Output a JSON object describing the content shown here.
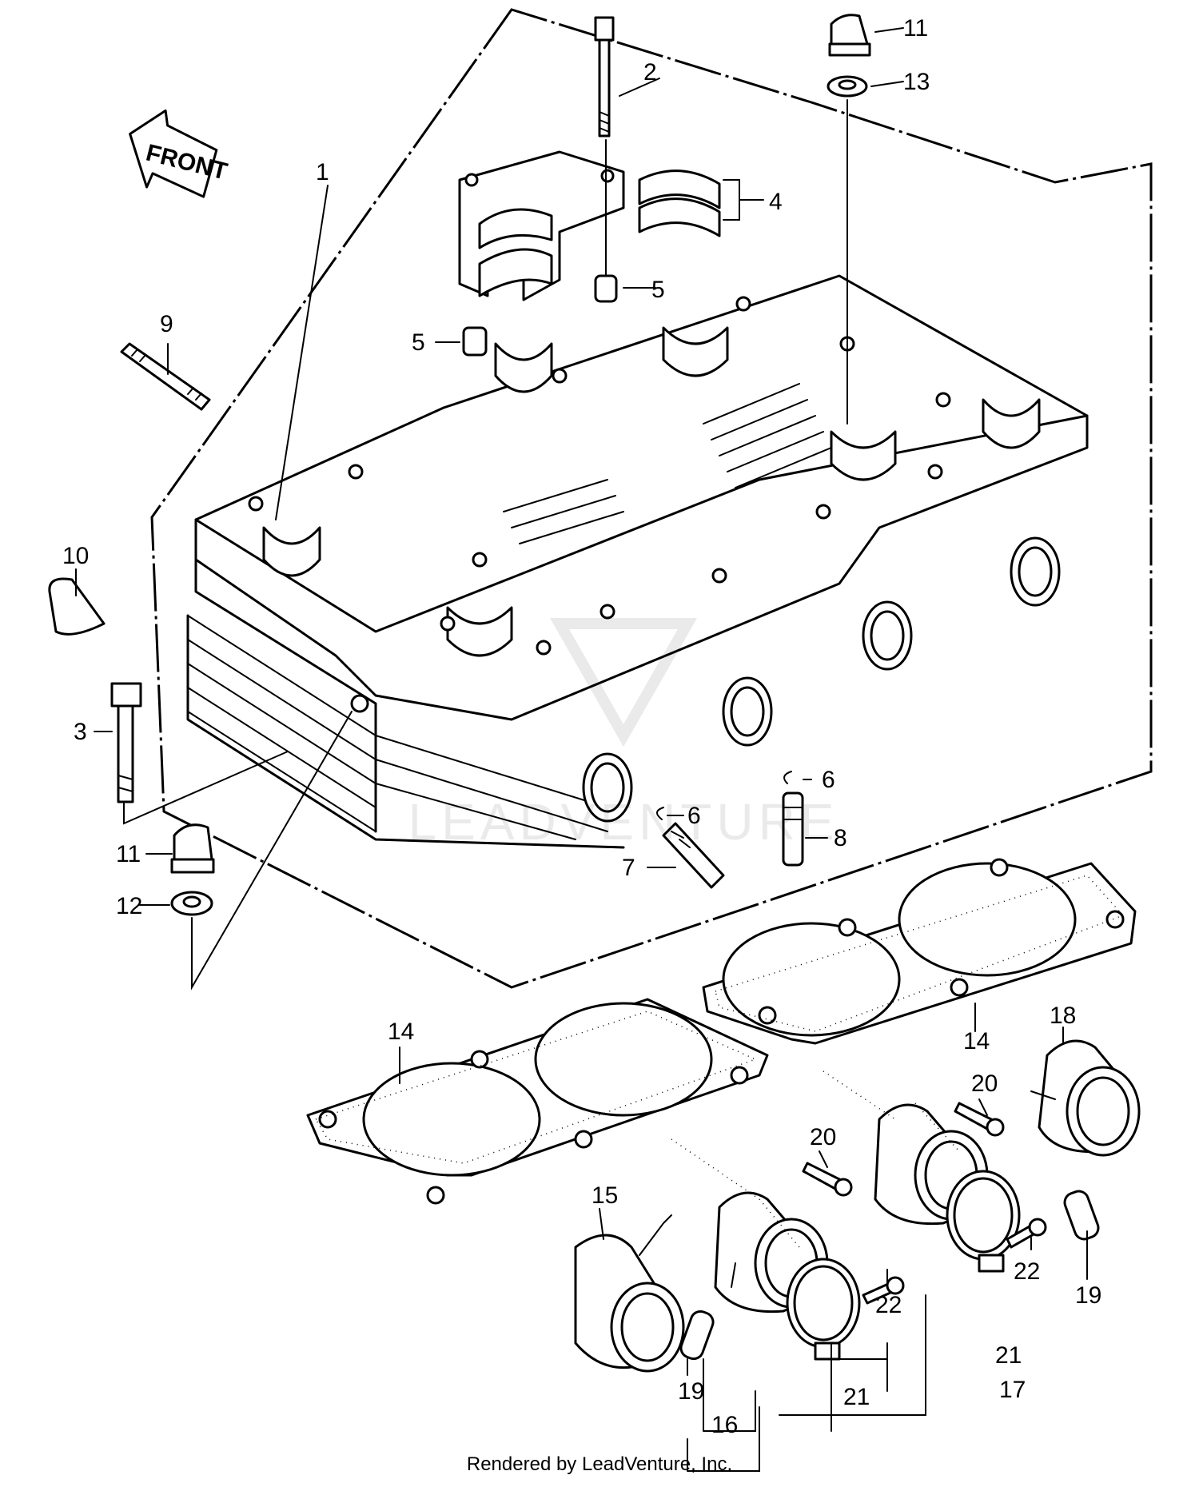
{
  "direction_label": "FRONT",
  "callouts": {
    "c1": "1",
    "c2": "2",
    "c3": "3",
    "c4": "4",
    "c5a": "5",
    "c5b": "5",
    "c6a": "6",
    "c6b": "6",
    "c7": "7",
    "c8": "8",
    "c9": "9",
    "c10": "10",
    "c11a": "11",
    "c11b": "11",
    "c12": "12",
    "c13": "13",
    "c14a": "14",
    "c14b": "14",
    "c15": "15",
    "c16": "16",
    "c17": "17",
    "c18": "18",
    "c19a": "19",
    "c19b": "19",
    "c20a": "20",
    "c20b": "20",
    "c21a": "21",
    "c21b": "21",
    "c22a": "22",
    "c22b": "22"
  },
  "watermark_text": "LEADVENTURE",
  "credit": "Rendered by LeadVenture, Inc."
}
